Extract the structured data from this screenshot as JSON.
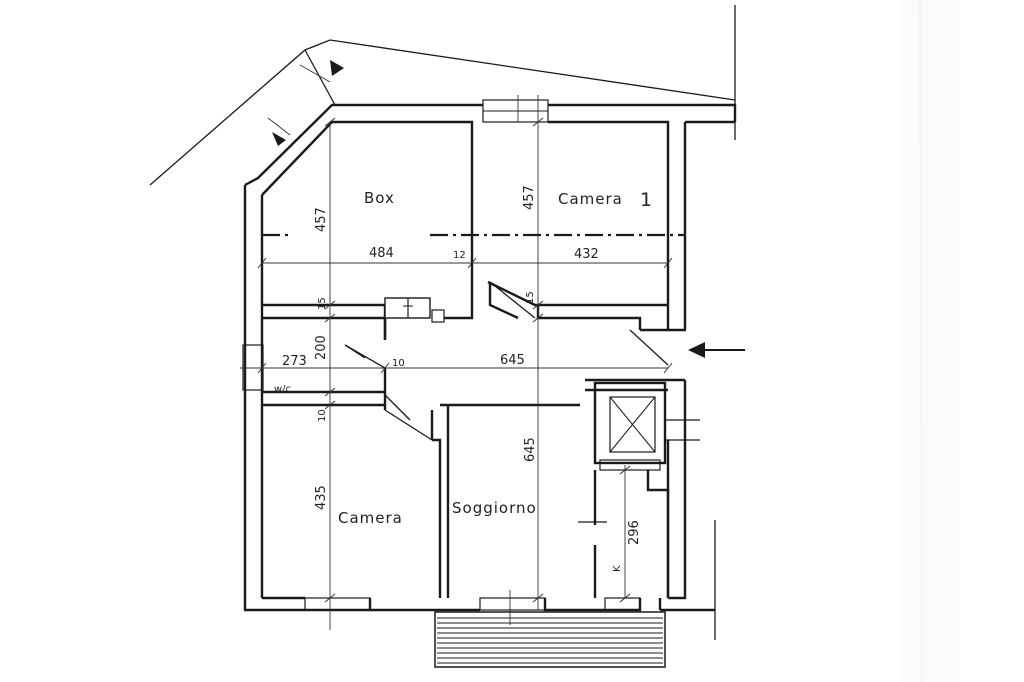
{
  "rooms": {
    "box": "Box",
    "camera1_word": "Camera",
    "camera1_num": "1",
    "wc": "w/c",
    "camera": "Camera",
    "soggiorno": "Soggiorno",
    "kitchen": "K"
  },
  "dimensions": {
    "box_depth": "457",
    "camera1_depth": "457",
    "box_width": "484",
    "wall_12": "12",
    "camera1_width": "432",
    "left_wall_15": "15",
    "mid_wall_15": "15",
    "wc_width": "273",
    "hall_depth": "200",
    "hall_10": "10",
    "hall_length": "645",
    "wall_10": "10",
    "camera_depth": "435",
    "soggiorno_depth": "645",
    "kitchen_depth": "296"
  }
}
